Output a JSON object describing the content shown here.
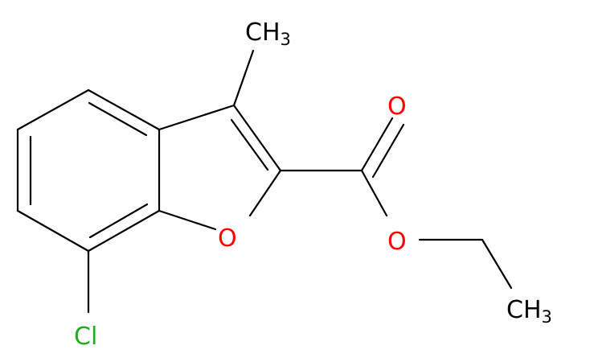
{
  "molecule": {
    "colors": {
      "bond": "#000000",
      "oxygen": "#ff0000",
      "chlorine": "#1fae1f",
      "carbon_label": "#000000"
    },
    "labels": {
      "methyl_top": {
        "main": "CH",
        "sub": "3"
      },
      "carbonyl_oxygen": "O",
      "ring_oxygen": "O",
      "ester_oxygen": "O",
      "methyl_bottom": {
        "main": "CH",
        "sub": "3"
      },
      "chlorine": "Cl"
    }
  }
}
